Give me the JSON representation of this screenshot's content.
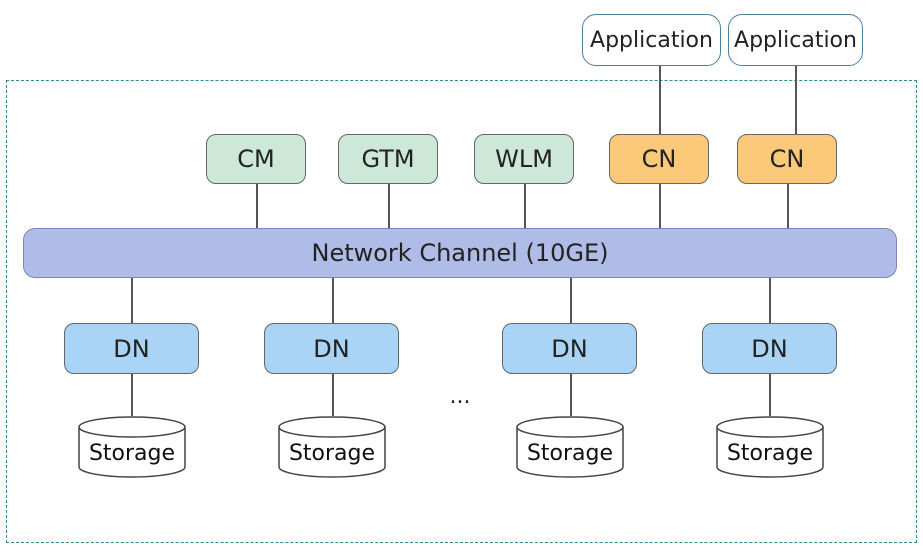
{
  "applications": [
    "Application",
    "Application"
  ],
  "management": [
    "CM",
    "GTM",
    "WLM"
  ],
  "coordinators": [
    "CN",
    "CN"
  ],
  "network_channel": "Network Channel (10GE)",
  "datanodes": [
    "DN",
    "DN",
    "DN",
    "DN"
  ],
  "storage": [
    "Storage",
    "Storage",
    "Storage",
    "Storage"
  ],
  "ellipsis": "...",
  "colors": {
    "management_fill": "#cde8d9",
    "coordinator_fill": "#fbc979",
    "datanode_fill": "#a9d4f5",
    "channel_fill": "#b0bce8",
    "cluster_border": "#2b8a96"
  }
}
